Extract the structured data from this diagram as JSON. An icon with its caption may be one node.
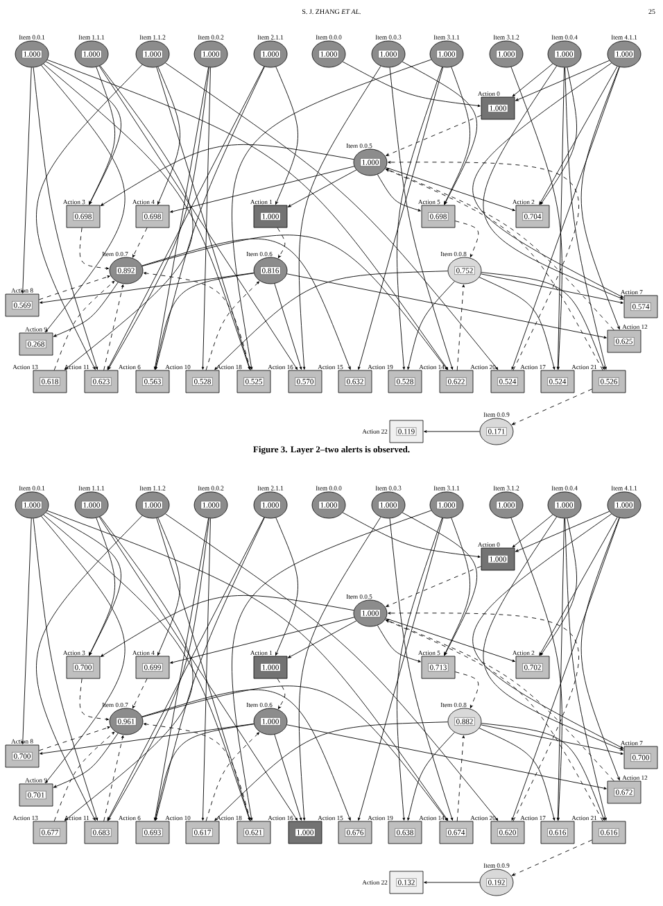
{
  "diagram": {
    "caption": "Figure 3. Layer 2–two alerts is observed.",
    "labels": [
      "S. J. ZHANG *ET AL.*",
      "25"
    ],
    "nodes": [
      {
        "text": [
          "Item 0.0.1",
          "1.000"
        ]
      },
      {
        "text": [
          "Item 1.1.1",
          "1.000"
        ]
      },
      {
        "text": [
          "Item 1.1.2",
          "1.000"
        ]
      },
      {
        "text": [
          "Item 0.0.2",
          "1.000"
        ]
      },
      {
        "text": [
          "Item 2.1.1",
          "1.000"
        ]
      },
      {
        "text": [
          "Item 0.0.0",
          "1.000"
        ]
      },
      {
        "text": [
          "Item 0.0.3",
          "1.000"
        ]
      },
      {
        "text": [
          "Item 3.1.1",
          "1.000"
        ]
      },
      {
        "text": [
          "Item 3.1.2",
          "1.000"
        ]
      },
      {
        "text": [
          "Item 0.0.4",
          "1.000"
        ]
      },
      {
        "text": [
          "Item 4.1.1",
          "1.000"
        ]
      },
      {
        "text": [
          "Action 0",
          "1.000"
        ]
      },
      {
        "text": [
          "Item 0.0.5",
          "1.000"
        ]
      },
      {
        "text": [
          "Action 3",
          "0.698"
        ]
      },
      {
        "text": [
          "Action 4",
          "0.698"
        ]
      },
      {
        "text": [
          "Action 1",
          "1.000"
        ]
      },
      {
        "text": [
          "Action 5",
          "0.698"
        ]
      },
      {
        "text": [
          "Action 2",
          "0.704"
        ]
      },
      {
        "text": [
          "Item 0.0.7",
          "0.892"
        ]
      },
      {
        "text": [
          "Item 0.0.6",
          "0.816"
        ]
      },
      {
        "text": [
          "Item 0.0.8",
          "0.752"
        ]
      },
      {
        "text": [
          "Action 8",
          "0.569"
        ]
      },
      {
        "text": [
          "Action 9",
          "0.268"
        ]
      },
      {
        "text": [
          "Action 7",
          "0.574"
        ]
      },
      {
        "text": [
          "Action 12",
          "0.625"
        ]
      },
      {
        "text": [
          "Action 13",
          "0.618"
        ]
      },
      {
        "text": [
          "Action 11",
          "0.623"
        ]
      },
      {
        "text": [
          "Action 6",
          "0.563"
        ]
      },
      {
        "text": [
          "Action 10",
          "0.528"
        ]
      },
      {
        "text": [
          "Action 18",
          "0.525"
        ]
      },
      {
        "text": [
          "Action 16",
          "0.570"
        ]
      },
      {
        "text": [
          "Action 15",
          "0.632"
        ]
      },
      {
        "text": [
          "Action 19",
          "0.528"
        ]
      },
      {
        "text": [
          "Action 14",
          "0.622"
        ]
      },
      {
        "text": [
          "Action 20",
          "0.524"
        ]
      },
      {
        "text": [
          "Action 17",
          "0.524"
        ]
      },
      {
        "text": [
          "Action 21",
          "0.526"
        ]
      },
      {
        "text": [
          "Item 0.0.9",
          "0.171"
        ]
      },
      {
        "text": [
          "Action 22",
          "0.119"
        ]
      },
      {
        "text": [
          "Item 0.0.1",
          "1.000"
        ]
      },
      {
        "text": [
          "Item 1.1.1",
          "1.000"
        ]
      },
      {
        "text": [
          "Item 1.1.2",
          "1.000"
        ]
      },
      {
        "text": [
          "Item 0.0.2",
          "1.000"
        ]
      },
      {
        "text": [
          "Item 2.1.1",
          "1.000"
        ]
      },
      {
        "text": [
          "Item 0.0.0",
          "1.000"
        ]
      },
      {
        "text": [
          "Item 0.0.3",
          "1.000"
        ]
      },
      {
        "text": [
          "Item 3.1.1",
          "1.000"
        ]
      },
      {
        "text": [
          "Item 3.1.2",
          "1.000"
        ]
      },
      {
        "text": [
          "Item 0.0.4",
          "1.000"
        ]
      },
      {
        "text": [
          "Item 4.1.1",
          "1.000"
        ]
      },
      {
        "text": [
          "Action 0",
          "1.000"
        ]
      },
      {
        "text": [
          "Item 0.0.5",
          "1.000"
        ]
      },
      {
        "text": [
          "Action 3",
          "0.700"
        ]
      },
      {
        "text": [
          "Action 4",
          "0.699"
        ]
      },
      {
        "text": [
          "Action 1",
          "1.000"
        ]
      },
      {
        "text": [
          "Action 5",
          "0.713"
        ]
      },
      {
        "text": [
          "Action 2",
          "0.702"
        ]
      },
      {
        "text": [
          "Item 0.0.7",
          "0.961"
        ]
      },
      {
        "text": [
          "Item 0.0.6",
          "1.000"
        ]
      },
      {
        "text": [
          "Item 0.0.8",
          "0.882"
        ]
      },
      {
        "text": [
          "Action 8",
          "0.700"
        ]
      },
      {
        "text": [
          "Action 9",
          "0.701"
        ]
      },
      {
        "text": [
          "Action 7",
          "0.700"
        ]
      },
      {
        "text": [
          "Action 12",
          "0.672"
        ]
      },
      {
        "text": [
          "Action 13",
          "0.677"
        ]
      },
      {
        "text": [
          "Action 11",
          "0.683"
        ]
      },
      {
        "text": [
          "Action 6",
          "0.693"
        ]
      },
      {
        "text": [
          "Action 10",
          "0.617"
        ]
      },
      {
        "text": [
          "Action 18",
          "0.621"
        ]
      },
      {
        "text": [
          "Action 16",
          "1.000"
        ]
      },
      {
        "text": [
          "Action 15",
          "0.676"
        ]
      },
      {
        "text": [
          "Action 19",
          "0.638"
        ]
      },
      {
        "text": [
          "Action 14",
          "0.674"
        ]
      },
      {
        "text": [
          "Action 20",
          "0.620"
        ]
      },
      {
        "text": [
          "Action 17",
          "0.616"
        ]
      },
      {
        "text": [
          "Action 21",
          "0.616"
        ]
      },
      {
        "text": [
          "Item 0.0.9",
          "0.192"
        ]
      },
      {
        "text": [
          "Action 22",
          "0.132"
        ]
      }
    ],
    "edges": [
      {
        "from": 0,
        "to": 13,
        "arrow": "to"
      },
      {
        "from": 0,
        "to": 21,
        "arrow": "to"
      },
      {
        "from": 0,
        "to": 22,
        "arrow": "to"
      },
      {
        "from": 0,
        "to": 26,
        "arrow": "to"
      },
      {
        "from": 0,
        "to": 29,
        "arrow": "to"
      },
      {
        "from": 0,
        "to": 33,
        "arrow": "to"
      },
      {
        "from": 1,
        "to": 13,
        "arrow": "to"
      },
      {
        "from": 1,
        "to": 25,
        "arrow": "to"
      },
      {
        "from": 1,
        "to": 30,
        "arrow": "to"
      },
      {
        "from": 2,
        "to": 14,
        "arrow": "to"
      },
      {
        "from": 2,
        "to": 26,
        "arrow": "to"
      },
      {
        "from": 2,
        "to": 29,
        "arrow": "to"
      },
      {
        "from": 2,
        "to": 34,
        "arrow": "to"
      },
      {
        "from": 3,
        "to": 26,
        "arrow": "to"
      },
      {
        "from": 3,
        "to": 27,
        "arrow": "to"
      },
      {
        "from": 3,
        "to": 28,
        "arrow": "to"
      },
      {
        "from": 4,
        "to": 15,
        "arrow": "to"
      },
      {
        "from": 4,
        "to": 26,
        "arrow": "to"
      },
      {
        "from": 4,
        "to": 27,
        "arrow": "to"
      },
      {
        "from": 5,
        "to": 11,
        "arrow": "to"
      },
      {
        "from": 6,
        "to": 16,
        "arrow": "to"
      },
      {
        "from": 6,
        "to": 30,
        "arrow": "to"
      },
      {
        "from": 6,
        "to": 33,
        "arrow": "to"
      },
      {
        "from": 7,
        "to": 16,
        "arrow": "to"
      },
      {
        "from": 7,
        "to": 29,
        "arrow": "to"
      },
      {
        "from": 7,
        "to": 31,
        "arrow": "to"
      },
      {
        "from": 7,
        "to": 32,
        "arrow": "to"
      },
      {
        "from": 8,
        "to": 35,
        "arrow": "to"
      },
      {
        "from": 9,
        "to": 11,
        "arrow": "to"
      },
      {
        "from": 9,
        "to": 17,
        "arrow": "to"
      },
      {
        "from": 9,
        "to": 35,
        "arrow": "to"
      },
      {
        "from": 9,
        "to": 36,
        "arrow": "to"
      },
      {
        "from": 9,
        "to": 23,
        "arrow": "to"
      },
      {
        "from": 10,
        "to": 11,
        "arrow": "to"
      },
      {
        "from": 10,
        "to": 17,
        "arrow": "to"
      },
      {
        "from": 10,
        "to": 23,
        "arrow": "to"
      },
      {
        "from": 10,
        "to": 24,
        "arrow": "to"
      },
      {
        "from": 10,
        "to": 34,
        "arrow": "to"
      },
      {
        "from": 12,
        "to": 13,
        "arrow": "to"
      },
      {
        "from": 12,
        "to": 14,
        "arrow": "to"
      },
      {
        "from": 12,
        "to": 15,
        "arrow": "to"
      },
      {
        "from": 12,
        "to": 16,
        "arrow": "to"
      },
      {
        "from": 12,
        "to": 17,
        "arrow": "to"
      },
      {
        "from": 18,
        "to": 22,
        "arrow": "to"
      },
      {
        "from": 18,
        "to": 31,
        "arrow": "to"
      },
      {
        "from": 18,
        "to": 33,
        "arrow": "to"
      },
      {
        "from": 19,
        "to": 21,
        "arrow": "to"
      },
      {
        "from": 19,
        "to": 24,
        "arrow": "to"
      },
      {
        "from": 19,
        "to": 27,
        "arrow": "to"
      },
      {
        "from": 19,
        "to": 30,
        "arrow": "to"
      },
      {
        "from": 20,
        "to": 23,
        "arrow": "to"
      },
      {
        "from": 20,
        "to": 28,
        "arrow": "to"
      },
      {
        "from": 20,
        "to": 32,
        "arrow": "to"
      },
      {
        "from": 20,
        "to": 35,
        "arrow": "to"
      },
      {
        "from": 20,
        "to": 36,
        "arrow": "to"
      },
      {
        "from": 37,
        "to": 38,
        "arrow": "to"
      },
      {
        "from": 11,
        "to": 12,
        "arrow": "to",
        "style": "dashed"
      },
      {
        "from": 13,
        "to": 18,
        "arrow": "to",
        "style": "dashed"
      },
      {
        "from": 14,
        "to": 18,
        "arrow": "to",
        "style": "dashed"
      },
      {
        "from": 15,
        "to": 19,
        "arrow": "to",
        "style": "dashed"
      },
      {
        "from": 16,
        "to": 20,
        "arrow": "to",
        "style": "dashed"
      },
      {
        "from": 21,
        "to": 18,
        "arrow": "to",
        "style": "dashed"
      },
      {
        "from": 25,
        "to": 18,
        "arrow": "to",
        "style": "dashed"
      },
      {
        "from": 26,
        "to": 18,
        "arrow": "to",
        "style": "dashed"
      },
      {
        "from": 28,
        "to": 19,
        "arrow": "to",
        "style": "dashed"
      },
      {
        "from": 29,
        "to": 18,
        "arrow": "to",
        "style": "dashed"
      },
      {
        "from": 33,
        "to": 20,
        "arrow": "to",
        "style": "dashed"
      },
      {
        "from": 34,
        "to": 12,
        "arrow": "to",
        "style": "dashed"
      },
      {
        "from": 36,
        "to": 12,
        "arrow": "to",
        "style": "dashed"
      },
      {
        "from": 24,
        "to": 12,
        "arrow": "to",
        "style": "dashed"
      },
      {
        "from": 36,
        "to": 37,
        "arrow": "to",
        "style": "dashed"
      },
      {
        "from": 39,
        "to": 52,
        "arrow": "to"
      },
      {
        "from": 39,
        "to": 60,
        "arrow": "to"
      },
      {
        "from": 39,
        "to": 61,
        "arrow": "to"
      },
      {
        "from": 39,
        "to": 65,
        "arrow": "to"
      },
      {
        "from": 39,
        "to": 68,
        "arrow": "to"
      },
      {
        "from": 39,
        "to": 72,
        "arrow": "to"
      },
      {
        "from": 40,
        "to": 52,
        "arrow": "to"
      },
      {
        "from": 40,
        "to": 64,
        "arrow": "to"
      },
      {
        "from": 40,
        "to": 69,
        "arrow": "to"
      },
      {
        "from": 41,
        "to": 53,
        "arrow": "to"
      },
      {
        "from": 41,
        "to": 65,
        "arrow": "to"
      },
      {
        "from": 41,
        "to": 68,
        "arrow": "to"
      },
      {
        "from": 41,
        "to": 73,
        "arrow": "to"
      },
      {
        "from": 42,
        "to": 65,
        "arrow": "to"
      },
      {
        "from": 42,
        "to": 66,
        "arrow": "to"
      },
      {
        "from": 42,
        "to": 67,
        "arrow": "to"
      },
      {
        "from": 43,
        "to": 54,
        "arrow": "to"
      },
      {
        "from": 43,
        "to": 65,
        "arrow": "to"
      },
      {
        "from": 43,
        "to": 66,
        "arrow": "to"
      },
      {
        "from": 44,
        "to": 50,
        "arrow": "to"
      },
      {
        "from": 45,
        "to": 55,
        "arrow": "to"
      },
      {
        "from": 45,
        "to": 69,
        "arrow": "to"
      },
      {
        "from": 45,
        "to": 72,
        "arrow": "to"
      },
      {
        "from": 46,
        "to": 55,
        "arrow": "to"
      },
      {
        "from": 46,
        "to": 68,
        "arrow": "to"
      },
      {
        "from": 46,
        "to": 70,
        "arrow": "to"
      },
      {
        "from": 46,
        "to": 71,
        "arrow": "to"
      },
      {
        "from": 47,
        "to": 74,
        "arrow": "to"
      },
      {
        "from": 48,
        "to": 50,
        "arrow": "to"
      },
      {
        "from": 48,
        "to": 56,
        "arrow": "to"
      },
      {
        "from": 48,
        "to": 74,
        "arrow": "to"
      },
      {
        "from": 48,
        "to": 75,
        "arrow": "to"
      },
      {
        "from": 48,
        "to": 62,
        "arrow": "to"
      },
      {
        "from": 49,
        "to": 50,
        "arrow": "to"
      },
      {
        "from": 49,
        "to": 56,
        "arrow": "to"
      },
      {
        "from": 49,
        "to": 62,
        "arrow": "to"
      },
      {
        "from": 49,
        "to": 63,
        "arrow": "to"
      },
      {
        "from": 49,
        "to": 73,
        "arrow": "to"
      },
      {
        "from": 51,
        "to": 52,
        "arrow": "to"
      },
      {
        "from": 51,
        "to": 53,
        "arrow": "to"
      },
      {
        "from": 51,
        "to": 54,
        "arrow": "to"
      },
      {
        "from": 51,
        "to": 55,
        "arrow": "to"
      },
      {
        "from": 51,
        "to": 56,
        "arrow": "to"
      },
      {
        "from": 57,
        "to": 61,
        "arrow": "to"
      },
      {
        "from": 57,
        "to": 70,
        "arrow": "to"
      },
      {
        "from": 57,
        "to": 72,
        "arrow": "to"
      },
      {
        "from": 58,
        "to": 60,
        "arrow": "to"
      },
      {
        "from": 58,
        "to": 63,
        "arrow": "to"
      },
      {
        "from": 58,
        "to": 66,
        "arrow": "to"
      },
      {
        "from": 58,
        "to": 69,
        "arrow": "to"
      },
      {
        "from": 59,
        "to": 62,
        "arrow": "to"
      },
      {
        "from": 59,
        "to": 67,
        "arrow": "to"
      },
      {
        "from": 59,
        "to": 71,
        "arrow": "to"
      },
      {
        "from": 59,
        "to": 74,
        "arrow": "to"
      },
      {
        "from": 59,
        "to": 75,
        "arrow": "to"
      },
      {
        "from": 76,
        "to": 77,
        "arrow": "to"
      },
      {
        "from": 50,
        "to": 51,
        "arrow": "to",
        "style": "dashed"
      },
      {
        "from": 52,
        "to": 57,
        "arrow": "to",
        "style": "dashed"
      },
      {
        "from": 53,
        "to": 57,
        "arrow": "to",
        "style": "dashed"
      },
      {
        "from": 54,
        "to": 58,
        "arrow": "to",
        "style": "dashed"
      },
      {
        "from": 55,
        "to": 59,
        "arrow": "to",
        "style": "dashed"
      },
      {
        "from": 60,
        "to": 57,
        "arrow": "to",
        "style": "dashed"
      },
      {
        "from": 64,
        "to": 57,
        "arrow": "to",
        "style": "dashed"
      },
      {
        "from": 65,
        "to": 57,
        "arrow": "to",
        "style": "dashed"
      },
      {
        "from": 67,
        "to": 58,
        "arrow": "to",
        "style": "dashed"
      },
      {
        "from": 68,
        "to": 57,
        "arrow": "to",
        "style": "dashed"
      },
      {
        "from": 72,
        "to": 59,
        "arrow": "to",
        "style": "dashed"
      },
      {
        "from": 73,
        "to": 51,
        "arrow": "to",
        "style": "dashed"
      },
      {
        "from": 75,
        "to": 51,
        "arrow": "to",
        "style": "dashed"
      },
      {
        "from": 63,
        "to": 51,
        "arrow": "to",
        "style": "dashed"
      },
      {
        "from": 75,
        "to": 76,
        "arrow": "to",
        "style": "dashed"
      }
    ]
  }
}
